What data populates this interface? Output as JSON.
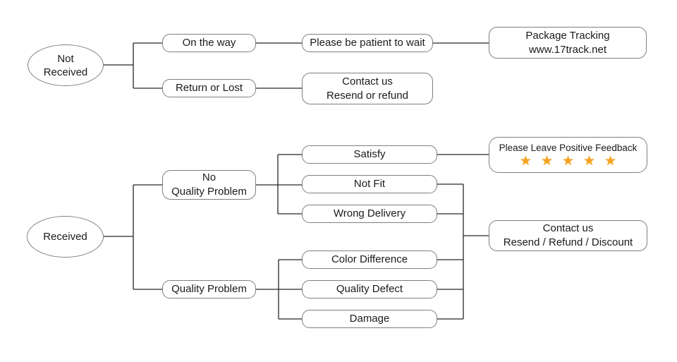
{
  "theme": {
    "canvas_bg": "#ffffff",
    "line_color": "#262626",
    "border_color": "#7f7f7f",
    "text_color": "#1a1a1a",
    "star_color": "#f5a11c",
    "star_glow": "#fbc878"
  },
  "nodes": {
    "not_received": {
      "line1": "Not",
      "line2": "Received"
    },
    "received": {
      "label": "Received"
    },
    "on_the_way": {
      "label": "On the way"
    },
    "return_or_lost": {
      "label": "Return or Lost"
    },
    "please_be_patient": {
      "label": "Please be patient to wait"
    },
    "contact_us_resend_refund": {
      "line1": "Contact us",
      "line2": "Resend or refund"
    },
    "package_tracking": {
      "line1": "Package Tracking",
      "line2": "www.17track.net"
    },
    "no_quality_problem": {
      "line1": "No",
      "line2": "Quality Problem"
    },
    "quality_problem": {
      "label": "Quality Problem"
    },
    "satisfy": {
      "label": "Satisfy"
    },
    "not_fit": {
      "label": "Not Fit"
    },
    "wrong_delivery": {
      "label": "Wrong Delivery"
    },
    "color_difference": {
      "label": "Color Difference"
    },
    "quality_defect": {
      "label": "Quality Defect"
    },
    "damage": {
      "label": "Damage"
    },
    "positive_feedback": {
      "label": "Please Leave Positive Feedback",
      "stars": "★★★★★"
    },
    "contact_us_discount": {
      "line1": "Contact us",
      "line2": "Resend / Refund / Discount"
    }
  }
}
